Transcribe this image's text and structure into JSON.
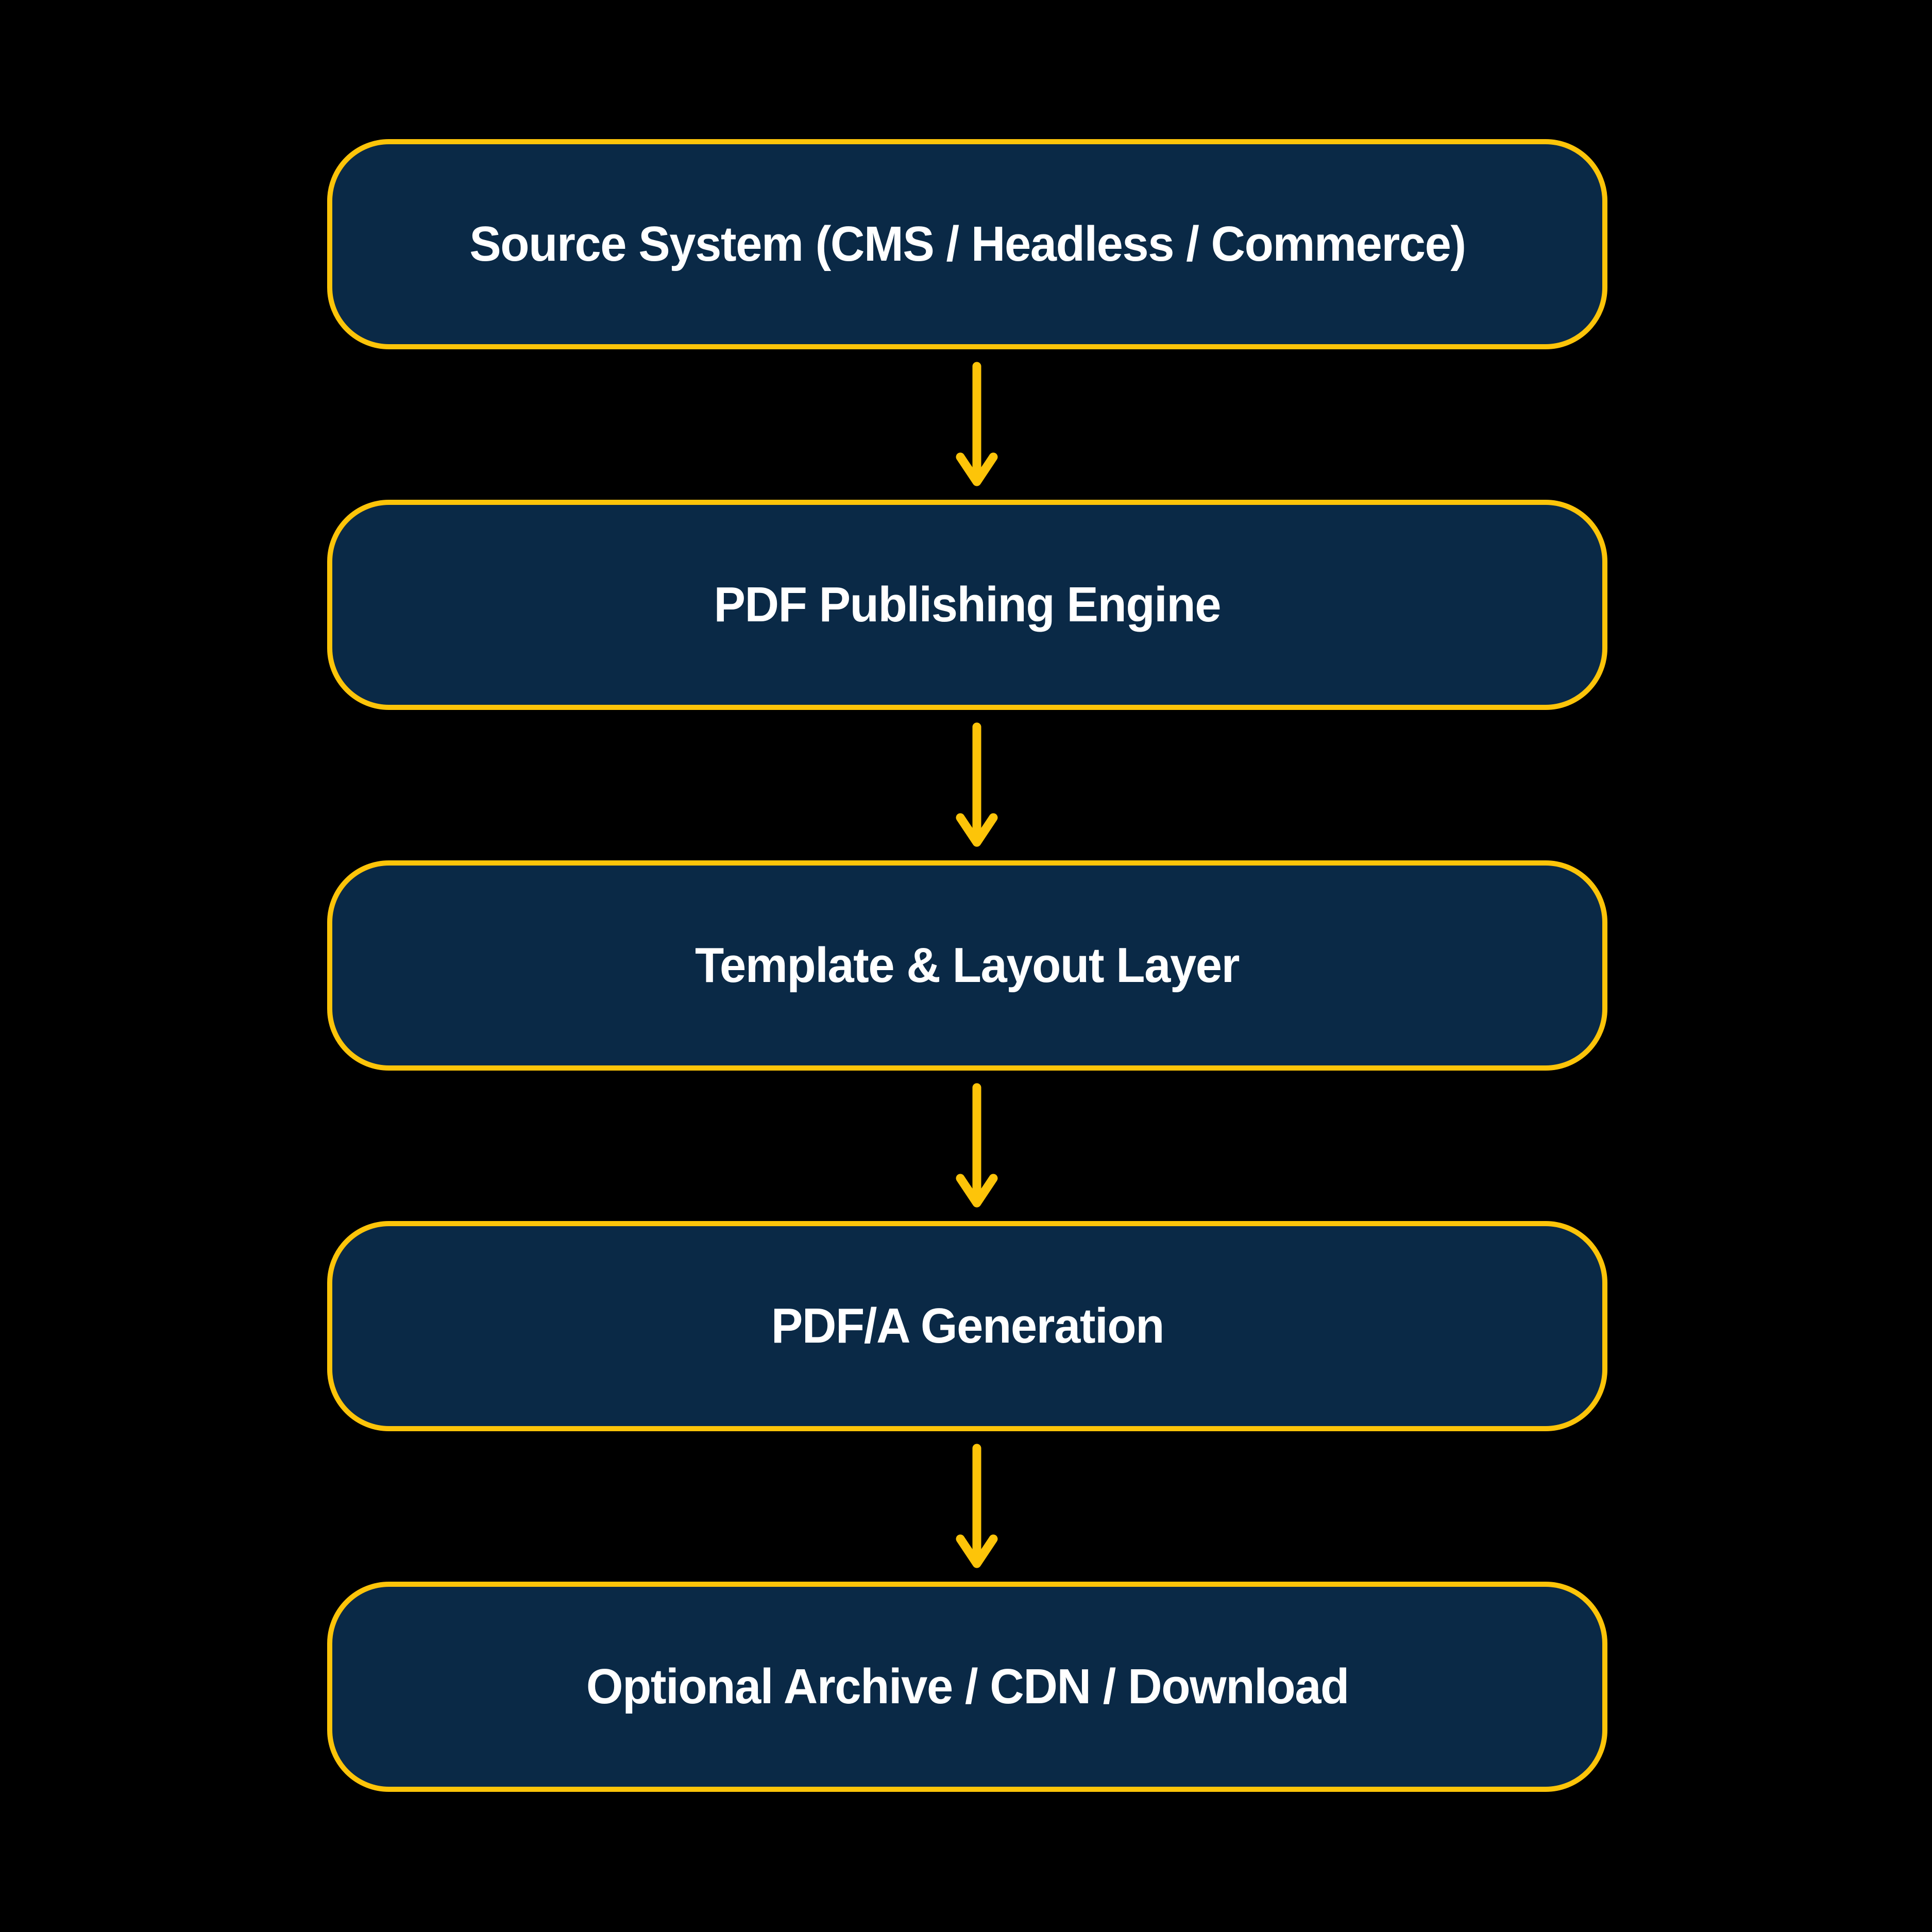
{
  "diagram": {
    "type": "flowchart",
    "direction": "top-down",
    "nodes": [
      {
        "id": "source-system",
        "label": "Source System (CMS / Headless / Commerce)"
      },
      {
        "id": "pdf-publishing-engine",
        "label": "PDF Publishing Engine"
      },
      {
        "id": "template-layout-layer",
        "label": "Template & Layout Layer"
      },
      {
        "id": "pdfa-generation",
        "label": "PDF/A Generation"
      },
      {
        "id": "optional-archive-cdn-download",
        "label": "Optional Archive / CDN / Download"
      }
    ],
    "edges": [
      {
        "from": "source-system",
        "to": "pdf-publishing-engine",
        "style": "arrow-down"
      },
      {
        "from": "pdf-publishing-engine",
        "to": "template-layout-layer",
        "style": "arrow-down"
      },
      {
        "from": "template-layout-layer",
        "to": "pdfa-generation",
        "style": "arrow-down"
      },
      {
        "from": "pdfa-generation",
        "to": "optional-archive-cdn-download",
        "style": "arrow-down"
      }
    ]
  },
  "colors": {
    "background": "#000000",
    "node-fill": "#0A2946",
    "node-border": "#FDC409",
    "arrow": "#FDC409",
    "node-text": "#FFFFFF"
  }
}
